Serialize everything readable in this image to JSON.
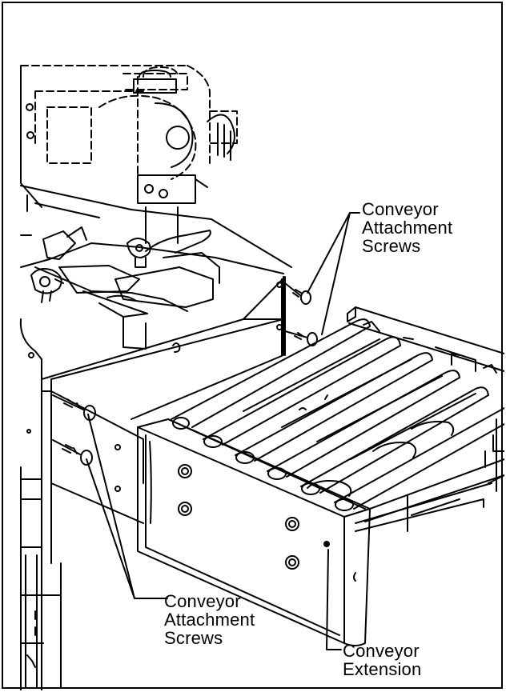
{
  "callouts": {
    "top_right": "Conveyor\nAttachment\nScrews",
    "bottom_left": "Conveyor\nAttachment\nScrews",
    "extension": "Conveyor\nExtension"
  },
  "colors": {
    "ink": "#000000",
    "paper": "#ffffff"
  }
}
